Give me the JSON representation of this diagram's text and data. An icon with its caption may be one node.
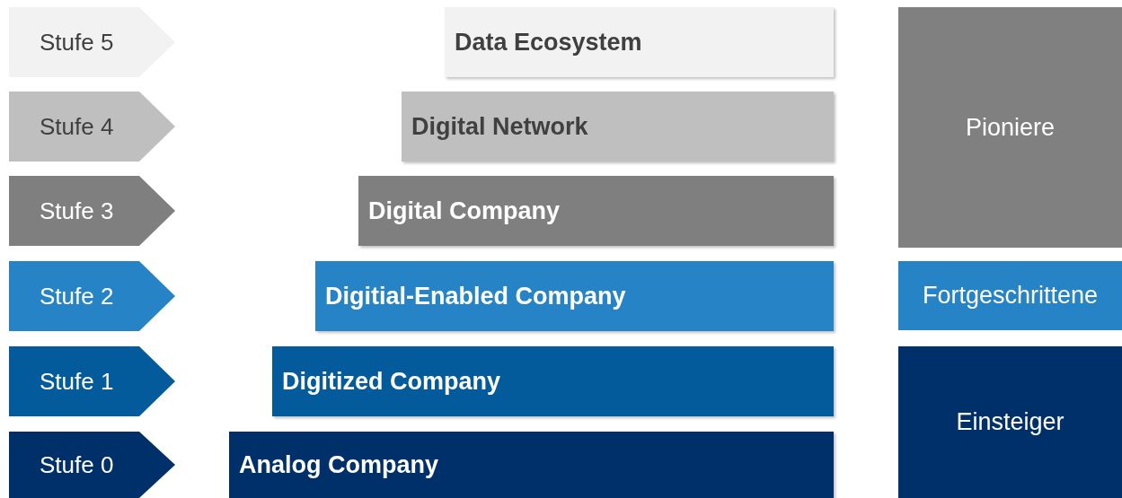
{
  "diagram": {
    "nodes": [
      {
        "text": [
          "Stufe 5"
        ]
      },
      {
        "text": [
          "Data Ecosystem"
        ]
      },
      {
        "text": [
          "Pioniere"
        ]
      },
      {
        "text": [
          "Stufe 4"
        ]
      },
      {
        "text": [
          "Digital Network"
        ]
      },
      {
        "text": [
          "Stufe 3"
        ]
      },
      {
        "text": [
          "Digital Company"
        ]
      },
      {
        "text": [
          "Stufe 2"
        ]
      },
      {
        "text": [
          "Digitial-Enabled Company"
        ]
      },
      {
        "text": [
          "Fortgeschrittene"
        ]
      },
      {
        "text": [
          "Stufe 1"
        ]
      },
      {
        "text": [
          "Digitized Company"
        ]
      },
      {
        "text": [
          "Einsteiger"
        ]
      },
      {
        "text": [
          "Stufe 0"
        ]
      },
      {
        "text": [
          "Analog Company"
        ]
      }
    ]
  }
}
